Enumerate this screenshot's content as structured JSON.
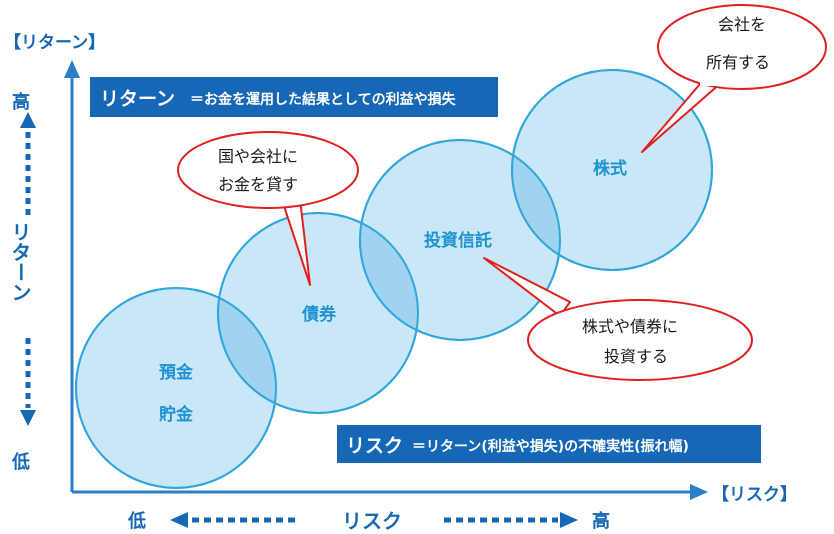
{
  "labels": {
    "y_axis_title": "【リターン】",
    "x_axis_title": "【リスク】",
    "high": "高",
    "low": "低",
    "return_word": "リターン",
    "risk_word": "リスク"
  },
  "return_box": {
    "term": "リターン",
    "definition": "＝お金を運用した結果としての利益や損失"
  },
  "risk_box": {
    "term": "リスク",
    "definition": "＝リターン(利益や損失)の不確実性(振れ幅)"
  },
  "assets": [
    {
      "line1": "預金",
      "line2": "貯金"
    },
    {
      "line1": "債券"
    },
    {
      "line1": "投資信託"
    },
    {
      "line1": "株式"
    }
  ],
  "bubbles": [
    {
      "line1": "国や会社に",
      "line2": "お金を貸す"
    },
    {
      "line1": "株式や債券に",
      "line2": "投資する"
    },
    {
      "line1": "会社を",
      "line2": "所有する"
    }
  ],
  "colors": {
    "axis": "#2b7fc9",
    "circle_fill": "#c9e7f7",
    "circle_overlap": "#9fd3f0",
    "circle_stroke": "#2fa6dc",
    "box_fill": "#1668b6",
    "bubble_stroke": "#e02020",
    "asset_text": "#1e93d0",
    "label_text": "#1668b6"
  }
}
